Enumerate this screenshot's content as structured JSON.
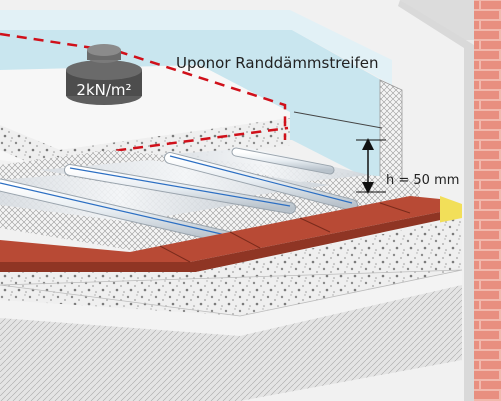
{
  "diagram": {
    "strip_label": "Uponor Randdämmstreifen",
    "height_label": "h = 50 mm",
    "load_label": "2kN/m²"
  },
  "colors": {
    "wall": "#e8e8e8",
    "brick": "#d85b4e",
    "insulation_strip": "#c9e6ef",
    "screed": "#ededed",
    "tile": "#b84a35",
    "edge_strip": "#f2df59",
    "dashed_line": "#d0101a",
    "pipe": "#e9eef2",
    "pipe_stripe": "#2c6fc3"
  }
}
